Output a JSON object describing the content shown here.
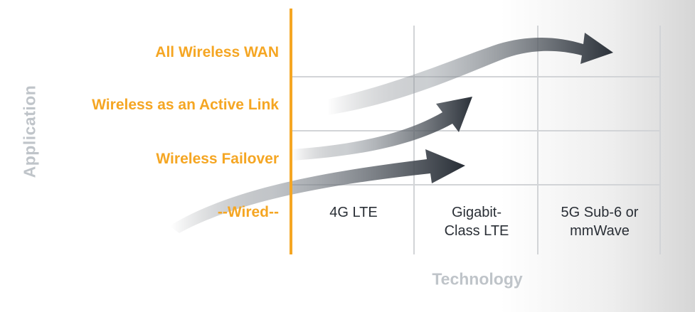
{
  "y_axis_label": "Application",
  "x_axis_label": "Technology",
  "rows": [
    {
      "label": "All Wireless WAN"
    },
    {
      "label": "Wireless as an Active Link"
    },
    {
      "label": "Wireless Failover"
    },
    {
      "label": "--Wired--"
    }
  ],
  "columns": [
    {
      "line1": "4G LTE",
      "line2": ""
    },
    {
      "line1": "Gigabit-",
      "line2": "Class LTE"
    },
    {
      "line1": "5G Sub-6 or",
      "line2": "mmWave"
    }
  ],
  "colors": {
    "accent": "#f5a623",
    "axis_label": "#bfc4c9",
    "grid": "#d2d4d7",
    "arrow_dark": "#2a3038",
    "text_dark": "#2a2f36"
  }
}
